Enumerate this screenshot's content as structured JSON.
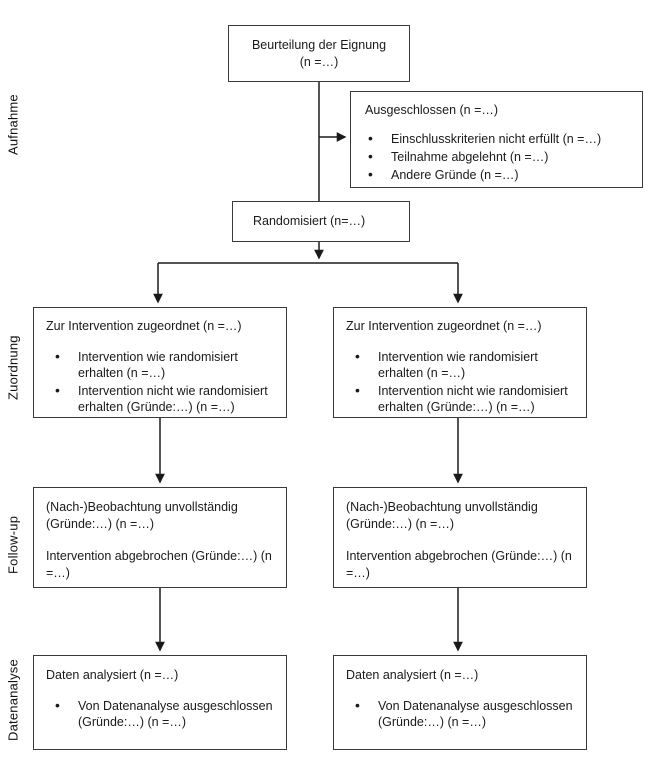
{
  "diagram": {
    "stages": [
      {
        "label": "Aufnahme"
      },
      {
        "label": "Zuordnung"
      },
      {
        "label": "Follow-up"
      },
      {
        "label": "Datenanalyse"
      }
    ],
    "boxes": {
      "assessment": {
        "line1": "Beurteilung der Eignung",
        "line2": "(n =…)"
      },
      "excluded": {
        "title": "Ausgeschlossen (n =…)",
        "bullets": [
          "Einschlusskriterien nicht erfüllt (n =…)",
          "Teilnahme abgelehnt (n =…)",
          "Andere Gründe (n =…)"
        ]
      },
      "randomized": {
        "title": "Randomisiert (n=…)"
      },
      "allocation_left": {
        "title": "Zur Intervention zugeordnet (n =…)",
        "bullets": [
          "Intervention wie randomisiert erhalten (n =…)",
          "Intervention nicht wie randomisiert erhalten (Gründe:…) (n =…)"
        ]
      },
      "allocation_right": {
        "title": "Zur Intervention zugeordnet (n =…)",
        "bullets": [
          "Intervention wie randomisiert erhalten (n =…)",
          "Intervention nicht wie randomisiert erhalten (Gründe:…) (n =…)"
        ]
      },
      "followup_left": {
        "para1": "(Nach-)Beobachtung unvollständig (Gründe:…) (n =…)",
        "para2": "Intervention abgebrochen (Gründe:…) (n =…)"
      },
      "followup_right": {
        "para1": "(Nach-)Beobachtung unvollständig (Gründe:…) (n =…)",
        "para2": "Intervention abgebrochen (Gründe:…) (n =…)"
      },
      "analysis_left": {
        "title": "Daten analysiert (n =…)",
        "bullets": [
          "Von Datenanalyse ausgeschlossen (Gründe:…) (n =…)"
        ]
      },
      "analysis_right": {
        "title": "Daten analysiert (n =…)",
        "bullets": [
          "Von Datenanalyse ausgeschlossen (Gründe:…) (n =…)"
        ]
      }
    },
    "colors": {
      "border": "#3a3a3a",
      "text": "#1a1a1a",
      "background": "#ffffff"
    }
  }
}
